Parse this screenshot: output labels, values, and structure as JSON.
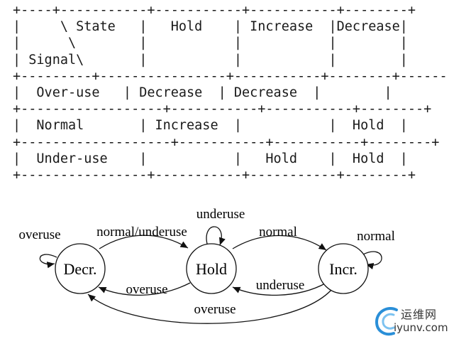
{
  "state_table": {
    "lines": [
      "+----+-----------+-----------+-----------+--------+",
      "|     \\ State   |   Hold    | Increase  |Decrease|",
      "|      \\        |           |           |        |",
      "| Signal\\       |           |           |        |",
      "+---------+----------------+-----------+--------+--------+",
      "|  Over-use   | Decrease  | Decrease  |        |",
      "+------------------+-----------+-----------+--------+",
      "|  Normal       | Increase  |           |  Hold  |",
      "+-------------------+-----------+-----------+--------+",
      "|  Under-use    |           |   Hold    |  Hold  |",
      "+----------------+-----------+-----------+--------+"
    ]
  },
  "diagram": {
    "nodes": {
      "decrease": "Decr.",
      "hold": "Hold",
      "increase": "Incr."
    },
    "edges": {
      "decr_self": "overuse",
      "decr_to_hold": "normal/underuse",
      "hold_self": "underuse",
      "hold_to_incr": "normal",
      "incr_self": "normal",
      "hold_to_decr": "overuse",
      "incr_to_hold": "underuse",
      "incr_to_decr": "overuse"
    },
    "colors": {
      "stroke": "#111111",
      "fill": "#ffffff"
    }
  },
  "watermark": {
    "chinese": "运维网",
    "domain": "iyunv.com",
    "logo_icon": "crescent-swirl-logo",
    "accent": "#2a8fd8"
  }
}
